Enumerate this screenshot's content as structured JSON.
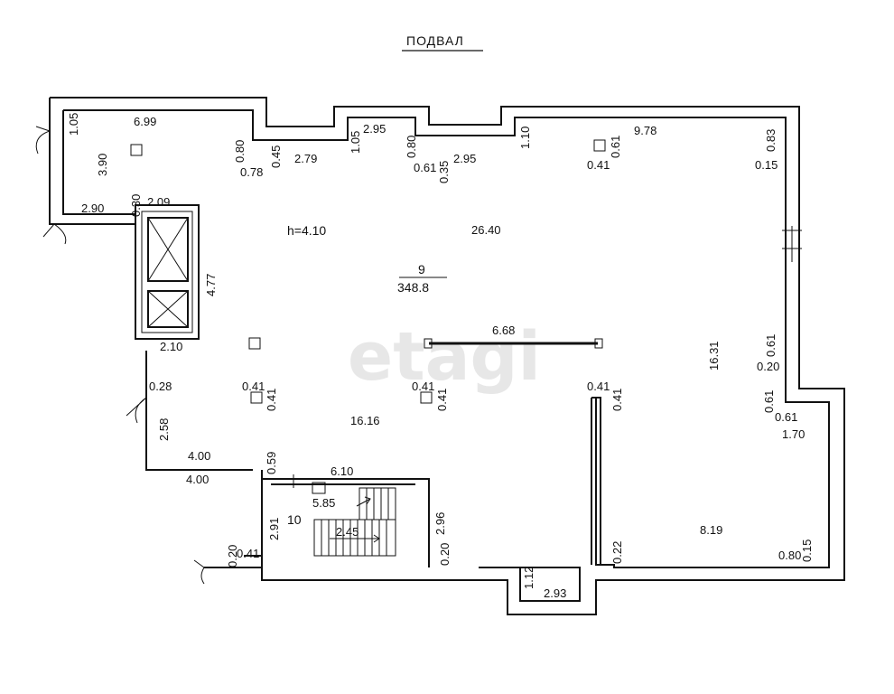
{
  "title": "ПОДВАЛ",
  "watermark": "etagi",
  "room_main": {
    "number": "9",
    "area": "348.8",
    "height": "h=4.10"
  },
  "room_stair": {
    "number": "10"
  },
  "dims": {
    "d1_05": "1.05",
    "d6_99": "6.99",
    "d3_90": "3.90",
    "d0_80a": "0.80",
    "d0_78": "0.78",
    "d0_45": "0.45",
    "d2_79": "2.79",
    "d1_05b": "1.05",
    "d2_95a": "2.95",
    "d0_80b": "0.80",
    "d0_61a": "0.61",
    "d0_35": "0.35",
    "d2_95b": "2.95",
    "d1_10": "1.10",
    "d0_61b": "0.61",
    "d9_78": "9.78",
    "d0_83": "0.83",
    "d0_41a": "0.41",
    "d0_15a": "0.15",
    "d2_90": "2.90",
    "d0_30": "0.30",
    "d2_09": "2.09",
    "d26_40": "26.40",
    "d4_77": "4.77",
    "d2_10": "2.10",
    "d6_68": "6.68",
    "d16_31": "16.31",
    "d0_61c": "0.61",
    "d0_20a": "0.20",
    "d0_28": "0.28",
    "d0_41b": "0.41",
    "d0_41c": "0.41",
    "d0_41d": "0.41",
    "d0_41e": "0.41",
    "d0_41f": "0.41",
    "d0_41g": "0.41",
    "d0_61d": "0.61",
    "d0_61e": "0.61",
    "d2_58": "2.58",
    "d16_16": "16.16",
    "d1_70": "1.70",
    "d4_00a": "4.00",
    "d0_59": "0.59",
    "d4_00b": "4.00",
    "d6_10": "6.10",
    "d5_85": "5.85",
    "d2_91": "2.91",
    "d2_96": "2.96",
    "d2_45": "2.45",
    "d8_19": "8.19",
    "d0_20b": "0.20",
    "d0_41h": "0.41",
    "d0_20c": "0.20",
    "d0_22": "0.22",
    "d0_80c": "0.80",
    "d0_15b": "0.15",
    "d1_12": "1.12",
    "d2_93": "2.93"
  }
}
